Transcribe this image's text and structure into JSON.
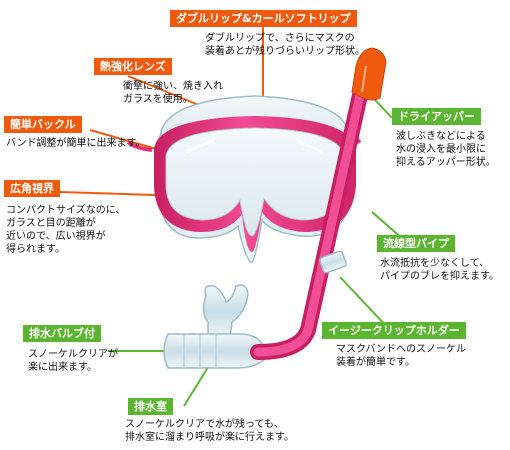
{
  "features": [
    {
      "id": "lip",
      "label": "ダブルリップ&カールソフトリップ",
      "description": "ダブルリップで、さらにマスクの\n装着あとが残りづらいリップ形状。",
      "color": "#ef5a0e"
    },
    {
      "id": "lens",
      "label": "熱強化レンズ",
      "description": "衝撃に強い、焼き入れ\nガラスを使用。",
      "color": "#ef5a0e"
    },
    {
      "id": "buckle",
      "label": "簡単バックル",
      "description": "バンド調整が簡単に出来ます。",
      "color": "#ef5a0e"
    },
    {
      "id": "wide",
      "label": "広角視界",
      "description": "コンパクトサイズなのに、\nガラスと目の距離が\n近いので、広い視界が\n得られます。",
      "color": "#ef5a0e"
    },
    {
      "id": "dry",
      "label": "ドライアッパー",
      "description": "波しぶきなどによる\n水の浸入を最小限に\n抑えるアッパー形状。",
      "color": "#5cb531"
    },
    {
      "id": "pipe",
      "label": "流線型パイプ",
      "description": "水流抵抗を少なくして、\nパイプのブレを抑えます。",
      "color": "#5cb531"
    },
    {
      "id": "clip",
      "label": "イージークリップホルダー",
      "description": "マスクバンドへのスノーケル\n装着が簡単です。",
      "color": "#5cb531"
    },
    {
      "id": "valve",
      "label": "排水バルブ付",
      "description": "スノーケルクリアが\n楽に出来ます。",
      "color": "#5cb531"
    },
    {
      "id": "chamber",
      "label": "排水室",
      "description": "スノーケルクリアで水が残っても、\n排水室に溜まり呼吸が楽に行えます。",
      "color": "#5cb531"
    }
  ],
  "product": {
    "mask_color": "#e8307a",
    "snorkel_color": "#e8307a",
    "top_color": "#ef5a0e"
  }
}
